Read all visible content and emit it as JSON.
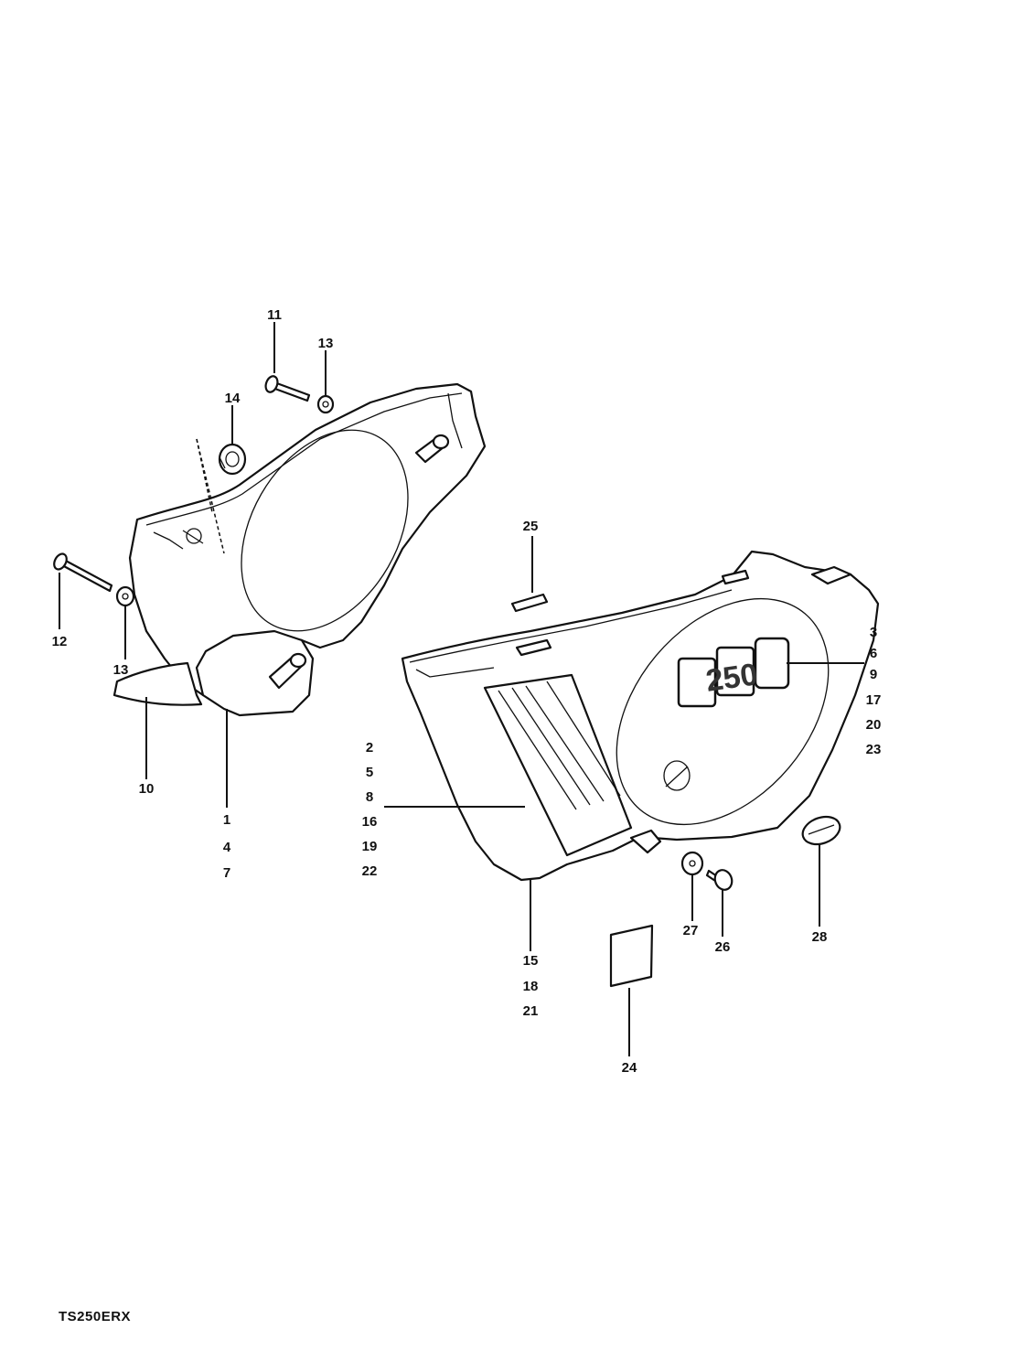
{
  "diagram": {
    "model_code": "TS250ERX",
    "emblem_text": "250",
    "callouts": {
      "c1": "11",
      "c2": "13",
      "c3": "14",
      "c4": "12",
      "c5": "13",
      "c6": "10",
      "c7": [
        "1",
        "4",
        "7"
      ],
      "c8": "25",
      "c9": [
        "2",
        "5",
        "8",
        "16",
        "19",
        "22"
      ],
      "c10": [
        "3",
        "6",
        "9",
        "17",
        "20",
        "23"
      ],
      "c11": [
        "15",
        "18",
        "21"
      ],
      "c12": "24",
      "c13": "27",
      "c14": "26",
      "c15": "28"
    }
  }
}
